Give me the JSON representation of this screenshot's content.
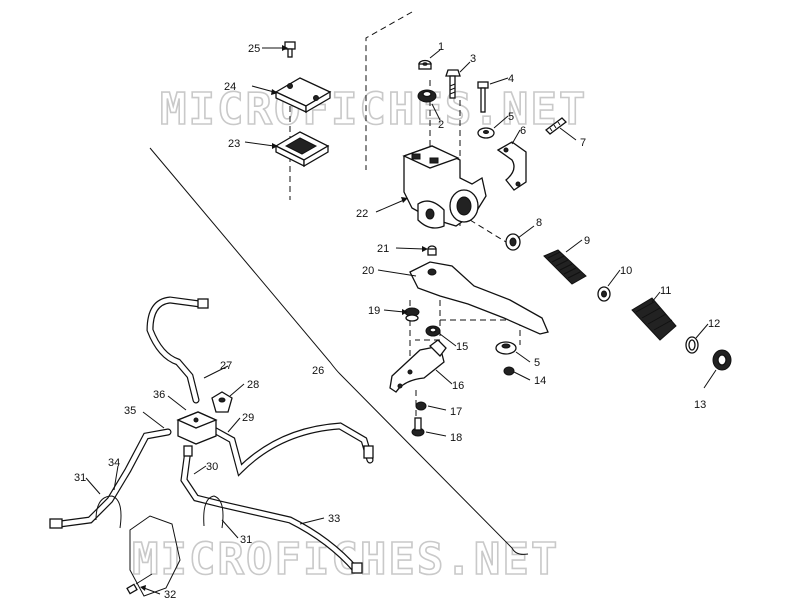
{
  "watermark": {
    "text": "MICROFICHES.NET"
  },
  "callouts": {
    "c1": "1",
    "c2": "2",
    "c3": "3",
    "c4": "4",
    "c5a": "5",
    "c5b": "5",
    "c6": "6",
    "c7": "7",
    "c8": "8",
    "c9": "9",
    "c10": "10",
    "c11": "11",
    "c12": "12",
    "c13": "13",
    "c14": "14",
    "c15": "15",
    "c16": "16",
    "c17": "17",
    "c18": "18",
    "c19": "19",
    "c20": "20",
    "c21": "21",
    "c22": "22",
    "c23": "23",
    "c24": "24",
    "c25": "25",
    "c26": "26",
    "c27": "27",
    "c28": "28",
    "c29": "29",
    "c30": "30",
    "c31a": "31",
    "c31b": "31",
    "c32": "32",
    "c33": "33",
    "c34": "34",
    "c35": "35",
    "c36": "36"
  },
  "colors": {
    "line": "#111111",
    "watermark": "#c9c9c9",
    "background": "#ffffff"
  }
}
